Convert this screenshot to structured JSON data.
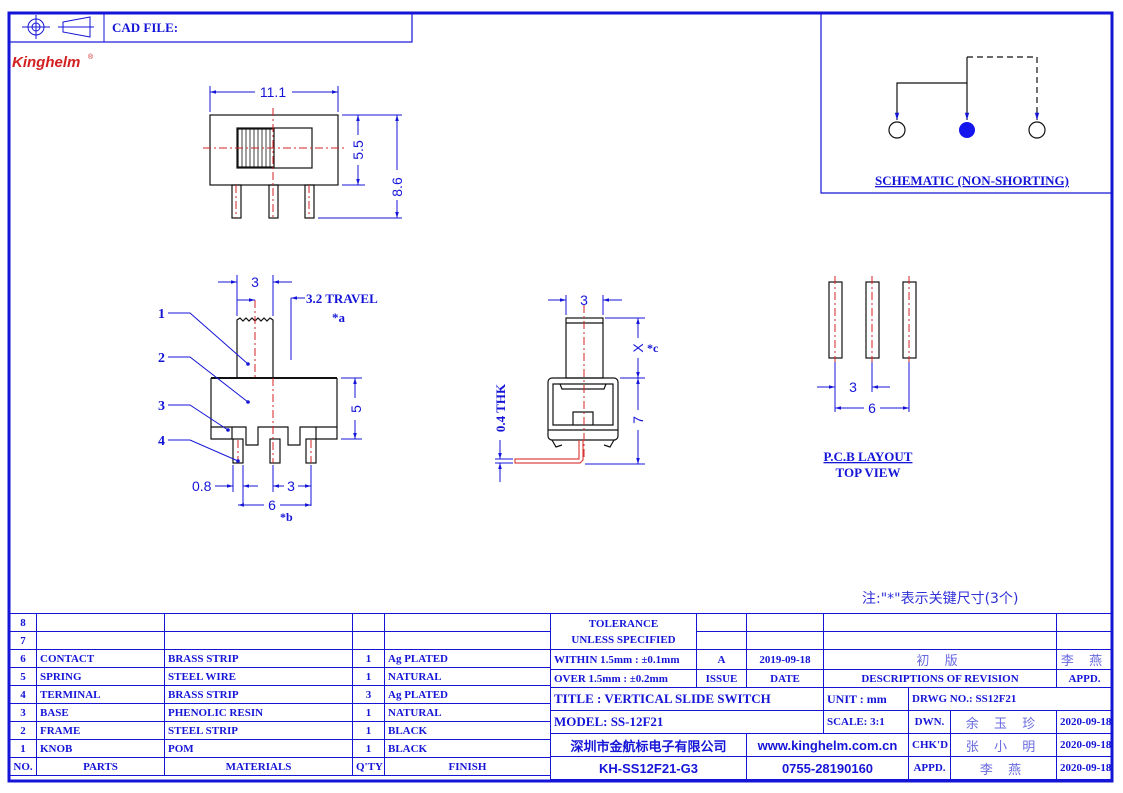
{
  "header": {
    "cad_file_label": "CAD FILE:",
    "logo": "Kinghelm",
    "logo_mark": "®"
  },
  "colors": {
    "line": "#1515d8",
    "logo": "#d42020",
    "center": "#d42020"
  },
  "top_view": {
    "width_dim": "11.1",
    "height_dim": "5.5",
    "total_dim": "8.6"
  },
  "side_view": {
    "knob_dim": "3",
    "travel": "3.2 TRAVEL",
    "travel_mark": "*a",
    "height_dim": "5",
    "pin_dim": "0.8",
    "pitch_dim": "3",
    "span_dim": "6",
    "span_mark": "*b",
    "callouts": [
      "1",
      "2",
      "3",
      "4"
    ]
  },
  "front_view": {
    "knob_dim": "3",
    "x_dim": "X",
    "x_mark": "*c",
    "height_dim": "7",
    "thk": "0.4 THK"
  },
  "pcb": {
    "pitch_dim": "3",
    "span_dim": "6",
    "title": "P.C.B LAYOUT",
    "subtitle": "TOP VIEW"
  },
  "schematic": {
    "label": "SCHEMATIC (NON-SHORTING)"
  },
  "note": "注:\"*\"表示关键尺寸(3个)",
  "bom": {
    "rows": [
      {
        "no": "8",
        "part": "",
        "material": "",
        "qty": "",
        "finish": ""
      },
      {
        "no": "7",
        "part": "",
        "material": "",
        "qty": "",
        "finish": ""
      },
      {
        "no": "6",
        "part": "CONTACT",
        "material": "BRASS STRIP",
        "qty": "1",
        "finish": "Ag PLATED"
      },
      {
        "no": "5",
        "part": "SPRING",
        "material": "STEEL WIRE",
        "qty": "1",
        "finish": "NATURAL"
      },
      {
        "no": "4",
        "part": "TERMINAL",
        "material": "BRASS STRIP",
        "qty": "3",
        "finish": "Ag PLATED"
      },
      {
        "no": "3",
        "part": "BASE",
        "material": "PHENOLIC RESIN",
        "qty": "1",
        "finish": "NATURAL"
      },
      {
        "no": "2",
        "part": "FRAME",
        "material": "STEEL STRIP",
        "qty": "1",
        "finish": "BLACK"
      },
      {
        "no": "1",
        "part": "KNOB",
        "material": "POM",
        "qty": "1",
        "finish": "BLACK"
      }
    ],
    "headers": {
      "no": "NO.",
      "part": "PARTS",
      "material": "MATERIALS",
      "qty": "Q'TY",
      "finish": "FINISH"
    }
  },
  "title_block": {
    "tolerance_1": "TOLERANCE",
    "tolerance_2": "UNLESS  SPECIFIED",
    "within": "WITHIN 1.5mm : ±0.1mm",
    "over": "OVER 1.5mm : ±0.2mm",
    "issue": "A",
    "issue_date": "2019-09-18",
    "revision_desc": "初 版",
    "revision_appd": "李 燕",
    "issue_label": "ISSUE",
    "date_label": "DATE",
    "desc_label": "DESCRIPTIONS OF REVISION",
    "appd_label": "APPD.",
    "title": "TITLE :  VERTICAL SLIDE SWITCH",
    "unit": "UNIT :  mm",
    "drwg_no": "DRWG NO.: SS12F21",
    "model": "MODEL:  SS-12F21",
    "scale": "SCALE:  3:1",
    "dwn_label": "DWN.",
    "dwn_name": "余 玉 珍",
    "dwn_date": "2020-09-18",
    "company": "深圳市金航标电子有限公司",
    "website": "www.kinghelm.com.cn",
    "chk_label": "CHK'D",
    "chk_name": "张 小 明",
    "chk_date": "2020-09-18",
    "part_no": "KH-SS12F21-G3",
    "phone": "0755-28190160",
    "appd_label2": "APPD.",
    "appd_name": "李 燕",
    "appd_date": "2020-09-18"
  }
}
